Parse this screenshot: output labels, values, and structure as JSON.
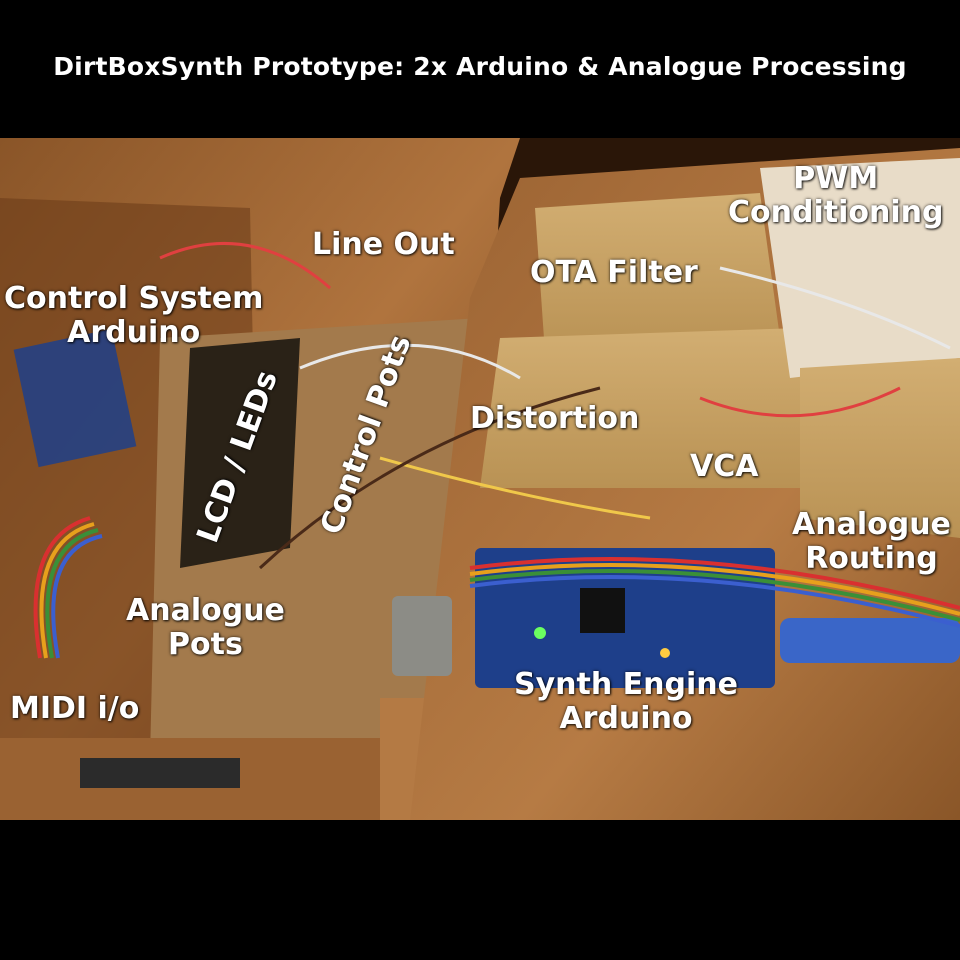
{
  "title": "DirtBoxSynth Prototype: 2x Arduino & Analogue Processing",
  "labels": {
    "line_out": "Line Out",
    "control_system": [
      "Control System",
      "Arduino"
    ],
    "ota_filter": "OTA Filter",
    "pwm": [
      "PWM",
      "Conditioning"
    ],
    "lcd": "LCD / LEDs",
    "control_pots": "Control Pots",
    "distortion": "Distortion",
    "vca": "VCA",
    "analogue_routing": [
      "Analogue",
      "Routing"
    ],
    "analogue_pots": [
      "Analogue",
      "Pots"
    ],
    "midi": "MIDI i/o",
    "synth_engine": [
      "Synth Engine",
      "Arduino"
    ]
  },
  "colors": {
    "background": "#000000",
    "text": "#ffffff",
    "wood": "#b47a44",
    "pcb": "#c9a46a"
  }
}
